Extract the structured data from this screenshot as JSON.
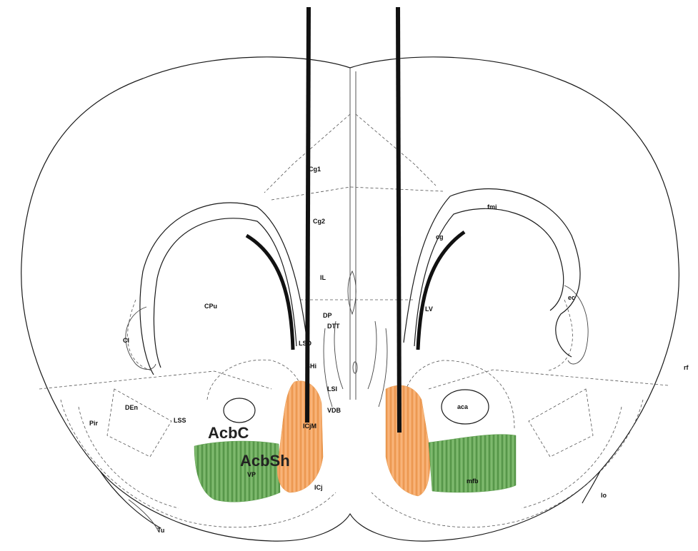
{
  "diagram": {
    "probe_count": 2,
    "region_colors": {
      "shell": "#f3a25a",
      "core": "#5fa055"
    },
    "labels": {
      "cg1": "Cg1",
      "cg2": "Cg2",
      "il": "IL",
      "fmi": "fmi",
      "cg": "cg",
      "cpu": "CPu",
      "dp": "DP",
      "dtt": "DTT",
      "lv": "LV",
      "ec": "ec",
      "cl": "Cl",
      "lsd": "LSD",
      "shi": "SHi",
      "lsi": "LSI",
      "den": "DEn",
      "pir": "Pir",
      "lss": "LSS",
      "aca": "aca",
      "vdb": "VDB",
      "icjm": "ICjM",
      "rf": "rf",
      "acbc": "AcbC",
      "acbsh": "AcbSh",
      "vp": "VP",
      "icj": "ICj",
      "mfb": "mfb",
      "lo": "lo",
      "tu": "Tu"
    }
  }
}
